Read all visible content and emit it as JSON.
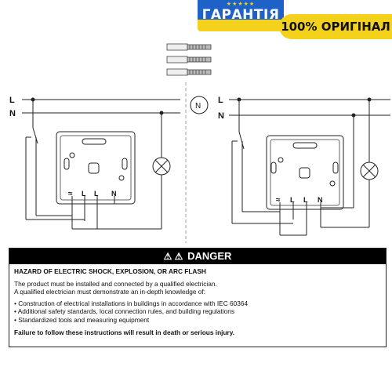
{
  "badges": {
    "stars": "★★★★★",
    "guarantee": "ГАРАНТІЯ",
    "original": "100% ОРИГІНАЛ"
  },
  "diagram": {
    "line_label": "L",
    "neutral_label": "N",
    "variant_symbol": "N",
    "terminal_ac": "≈",
    "terminal_l1": "L",
    "terminal_l2": "L",
    "terminal_n": "N"
  },
  "danger": {
    "header_icons": "⚠ ⚠",
    "header": "DANGER",
    "title": "HAZARD OF ELECTRIC SHOCK, EXPLOSION, OR ARC FLASH",
    "line1": "The product must be installed and connected by a qualified electrician.",
    "line2": "A qualified electrician must demonstrate an in-depth knowledge of:",
    "bullets": [
      "Construction of electrical installations in buildings in accordance with IEC 60364",
      "Additional safety standards, local connection rules, and building regulations",
      "Standardized tools and measuring equipment"
    ],
    "footer": "Failure to follow these instructions will result in death or serious injury."
  }
}
